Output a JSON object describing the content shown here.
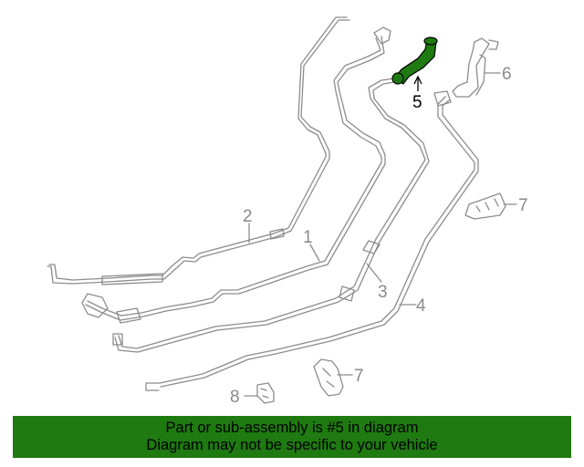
{
  "diagram": {
    "callouts": {
      "c1": "1",
      "c2": "2",
      "c3": "3",
      "c4": "4",
      "c5": "5",
      "c6": "6",
      "c7a": "7",
      "c7b": "7",
      "c8": "8"
    },
    "highlight_part": "5",
    "colors": {
      "line": "#8c8c8c",
      "highlight": "#1f7a11",
      "banner": "#1f7a11"
    }
  },
  "banner": {
    "line1": "Part or sub-assembly is #5 in diagram",
    "line2": "Diagram may not be specific to your vehicle"
  }
}
